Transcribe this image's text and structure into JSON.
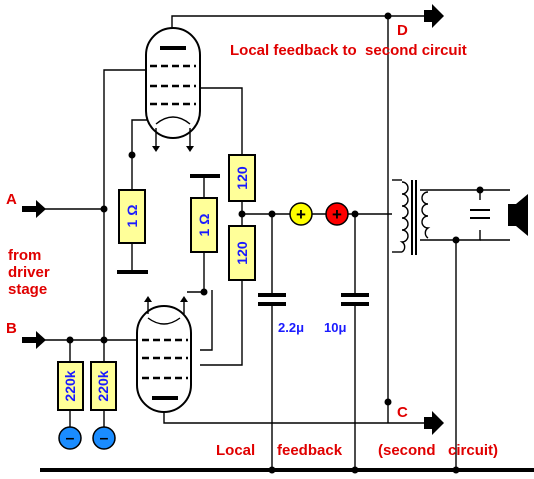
{
  "terminals": {
    "a": "A",
    "b": "B",
    "c": "C",
    "d": "D"
  },
  "labels": {
    "from_driver_line1": "from",
    "from_driver_line2": "driver",
    "from_driver_line3": "stage",
    "local_feedback_top": "Local feedback to  second circuit",
    "local_feedback_bottom_1": "Local",
    "local_feedback_bottom_2": "feedback",
    "second_circuit_bottom": "(second   circuit)"
  },
  "components": {
    "r_1ohm_left": "1 Ω",
    "r_1ohm_right": "1 Ω",
    "r_120_top": "120",
    "r_120_bottom": "120",
    "r_220k_left": "220k",
    "r_220k_right": "220k",
    "cap_2u2": "2.2μ",
    "cap_10u": "10μ",
    "plus_symbol": "+",
    "minus_symbol": "–"
  },
  "colors": {
    "label_red": "#e00000",
    "value_blue": "#1a1aff",
    "resistor_fill": "#ffff99",
    "plus_yellow": "#ffff00",
    "plus_red": "#ff0000",
    "minus_blue": "#1a8cff",
    "tube_fill": "#ffffff"
  }
}
